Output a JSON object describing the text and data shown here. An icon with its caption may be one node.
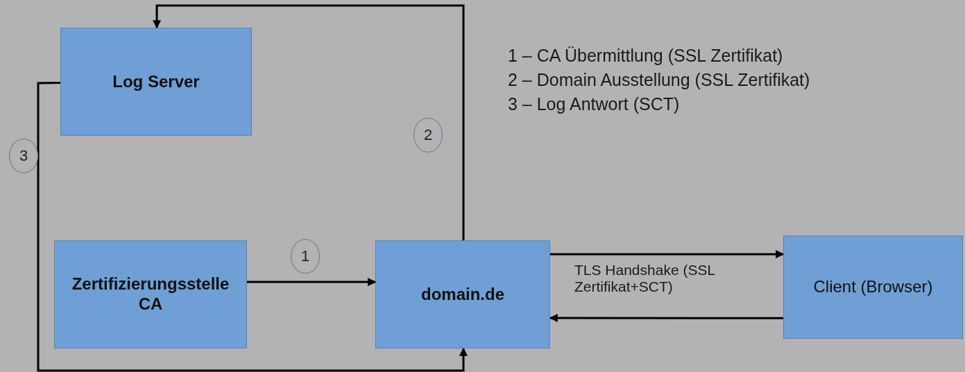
{
  "diagram": {
    "nodes": [
      {
        "text": [
          "Log Server"
        ]
      },
      {
        "text": [
          "Zertifizierungsstelle CA"
        ]
      },
      {
        "text": [
          "domain.de"
        ]
      },
      {
        "text": [
          "Client (Browser)"
        ]
      }
    ],
    "edges": [
      {
        "from": 1,
        "to": 2,
        "arrow": "to",
        "label": "1"
      },
      {
        "from": 2,
        "to": 0,
        "arrow": "to",
        "label": "2"
      },
      {
        "from": 0,
        "to": 2,
        "arrow": "to",
        "label": "3"
      },
      {
        "from": 2,
        "to": 3,
        "arrow": "to"
      },
      {
        "from": 3,
        "to": 2,
        "arrow": "to"
      }
    ],
    "labels": [
      "1 – CA Übermittlung (SSL Zertifikat)",
      "2 – Domain Ausstellung (SSL Zertifikat)",
      "3 – Log Antwort (SCT)",
      "TLS Handshake (SSL Zertifikat+SCT)"
    ]
  }
}
